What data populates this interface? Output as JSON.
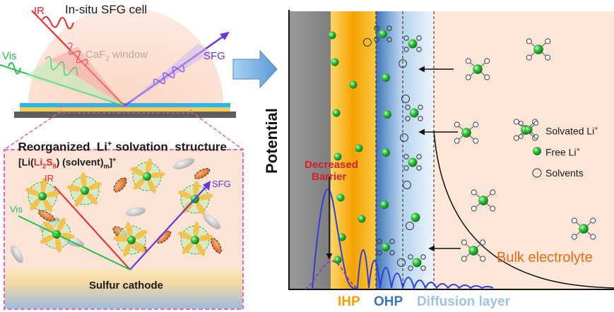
{
  "left_panel": {
    "title": "In-situ SFG cell",
    "window_label_prefix": "CaF",
    "window_label_sub": "2",
    "window_label_suffix": " window",
    "beam_ir": "IR",
    "beam_vis": "Vis",
    "beam_sfg": "SFG",
    "structure_prefix": "Reorganized  Li",
    "structure_sup": "+",
    "structure_suffix": " solvation  structure",
    "inset": {
      "formula_open": "[Li(",
      "formula_li": "Li",
      "formula_li_sub": "2",
      "formula_s": "S",
      "formula_s_sub": "8",
      "formula_mid": ") (solvent)",
      "formula_m": "m",
      "formula_close": "]",
      "formula_charge": "+",
      "beam_ir": "IR",
      "beam_vis": "Vis",
      "beam_sfg": "SFG",
      "substrate_label": "Sulfur cathode"
    }
  },
  "right_panel": {
    "y_axis_label": "Potential",
    "barrier_line1": "Decreased",
    "barrier_line2": "Barrier",
    "legend": {
      "solvated_prefix": "Solvated Li",
      "solvated_sup": "+",
      "free_prefix": "Free Li",
      "free_sup": "+",
      "solvents": "Solvents"
    },
    "bulk_label": "Bulk electrolyte",
    "layer_labels": {
      "ihp": "IHP",
      "ohp": "OHP",
      "diffusion": "Diffusion layer"
    }
  },
  "colors": {
    "ir": "#e8262b",
    "vis": "#22c24a",
    "sfg": "#6a35d9",
    "li_ion": "#1fae2f",
    "ihp": "#f5a200",
    "ohp": "#4f86c6",
    "diffusion": "#9cc4e4",
    "bulk_bg": "#fbe6d8",
    "potential_curve": "#2f3fd8",
    "barrier_text": "#d3212a",
    "bulk_text": "#e66b12"
  }
}
